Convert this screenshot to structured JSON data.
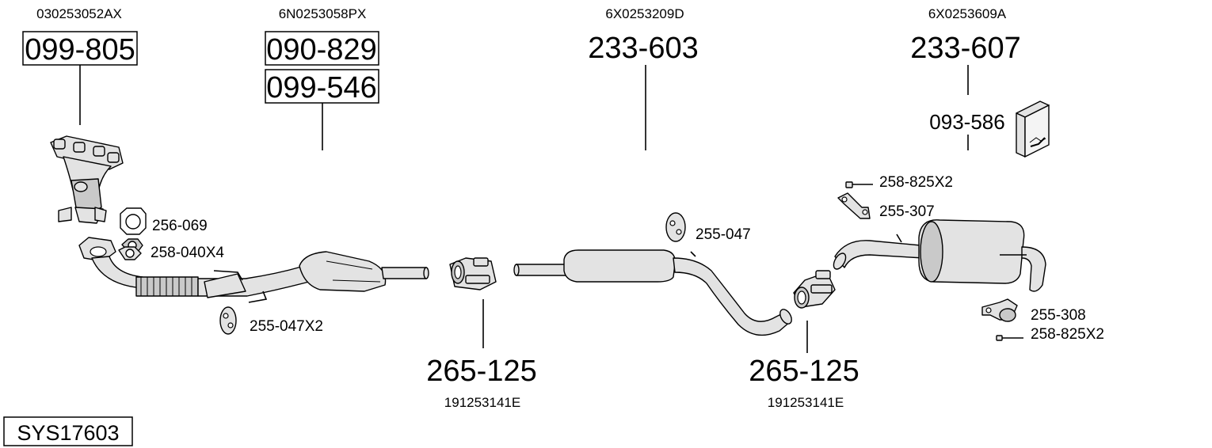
{
  "system_code": "SYS17603",
  "top_groups": [
    {
      "oe_number": "030253052AX",
      "part_numbers": [
        "099-805"
      ]
    },
    {
      "oe_number": "6N0253058PX",
      "part_numbers": [
        "090-829",
        "099-546"
      ]
    },
    {
      "oe_number": "6X0253209D",
      "part_numbers": [
        "233-603"
      ]
    },
    {
      "oe_number": "6X0253609A",
      "part_numbers": [
        "233-607",
        "093-586"
      ]
    }
  ],
  "bottom_groups": [
    {
      "part_number": "265-125",
      "oe_number": "191253141E"
    },
    {
      "part_number": "265-125",
      "oe_number": "191253141E"
    }
  ],
  "small_parts": {
    "gasket": "256-069",
    "nut": "258-040X4",
    "hanger_front": "255-047X2",
    "hanger_mid": "255-047",
    "bolt_top": "258-825X2",
    "bracket_top": "255-307",
    "bracket_rear": "255-308",
    "bolt_rear": "258-825X2"
  }
}
